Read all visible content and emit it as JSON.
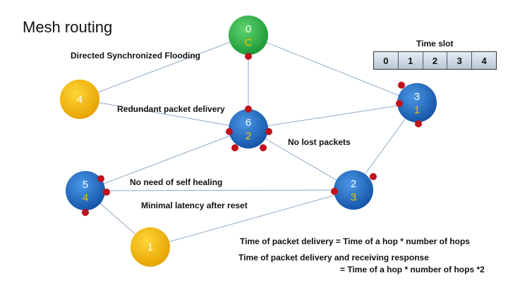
{
  "title": "Mesh routing",
  "annotations": {
    "flooding": "Directed Synchronized Flooding",
    "redundant": "Redundant packet delivery",
    "no_lost": "No lost packets",
    "no_healing": "No need of self healing",
    "latency": "Minimal latency after reset"
  },
  "formulas": {
    "delivery": "Time of packet delivery = Time of a hop * number of hops",
    "response_line1": "Time of packet delivery and receiving response",
    "response_line2": "= Time of a hop * number of hops *2"
  },
  "time_slot": {
    "heading": "Time slot",
    "slots": [
      "0",
      "1",
      "2",
      "3",
      "4"
    ]
  },
  "colors": {
    "green_node": "#2db24a",
    "blue_node": "#1f6fc5",
    "yellow_node": "#f5b800",
    "connector_dot": "#c0101a",
    "link_line": "#8fa8c8",
    "slot_label": "#f5c400"
  },
  "nodes": [
    {
      "id": "0",
      "label": "0",
      "slot": "C",
      "color": "green"
    },
    {
      "id": "3",
      "label": "3",
      "slot": "1",
      "color": "blue"
    },
    {
      "id": "4",
      "label": "4",
      "slot": "",
      "color": "yellow"
    },
    {
      "id": "6",
      "label": "6",
      "slot": "2",
      "color": "blue"
    },
    {
      "id": "5",
      "label": "5",
      "slot": "4",
      "color": "blue"
    },
    {
      "id": "2",
      "label": "2",
      "slot": "3",
      "color": "blue"
    },
    {
      "id": "1",
      "label": "1",
      "slot": "",
      "color": "yellow"
    }
  ],
  "links": [
    [
      "0",
      "4"
    ],
    [
      "0",
      "6"
    ],
    [
      "0",
      "3"
    ],
    [
      "4",
      "6"
    ],
    [
      "3",
      "6"
    ],
    [
      "3",
      "2"
    ],
    [
      "6",
      "5"
    ],
    [
      "6",
      "2"
    ],
    [
      "5",
      "2"
    ],
    [
      "5",
      "1"
    ],
    [
      "1",
      "2"
    ]
  ]
}
